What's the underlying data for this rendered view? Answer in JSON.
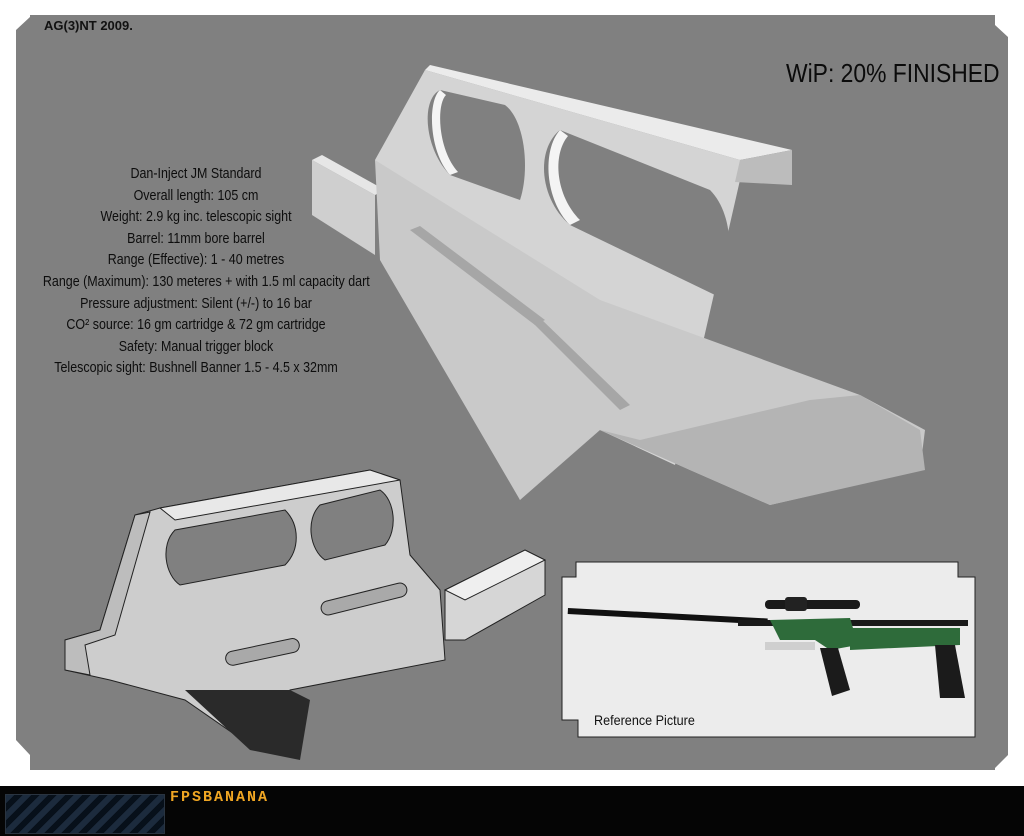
{
  "credit": "AG(3)NT 2009.",
  "wip": "WiP: 20% FINISHED",
  "specs": [
    "Dan-Inject JM Standard",
    "Overall length: 105 cm",
    "Weight: 2.9 kg inc. telescopic sight",
    "Barrel: 11mm bore barrel",
    "Range (Effective): 1 - 40 metres",
    "Range (Maximum): 130 meteres + with 1.5 ml capacity dart",
    "Pressure adjustment: Silent (+/-) to 16 bar",
    "CO² source: 16 gm cartridge & 72 gm cartridge",
    "Safety: Manual trigger block",
    "Telescopic sight: Bushnell Banner 1.5 - 4.5 x 32mm"
  ],
  "reference_label": "Reference Picture",
  "footer_logo": "FPSBANANA",
  "colors": {
    "background_gray": "#808080",
    "model_light": "#d9d9d9",
    "model_mid": "#bdbdbd",
    "model_dark": "#9a9a9a",
    "gun_green": "#2e6b3a",
    "footer_accent": "#f0a623"
  }
}
